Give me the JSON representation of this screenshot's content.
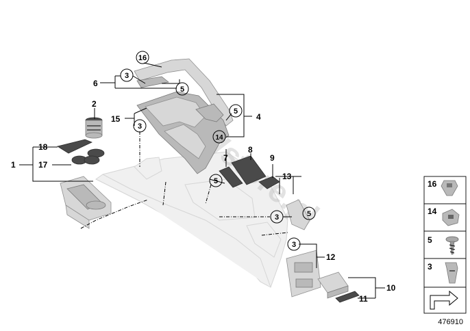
{
  "callouts": {
    "p1": "1",
    "p2": "2",
    "p3": "3",
    "p4": "4",
    "p5": "5",
    "p6": "6",
    "p7": "7",
    "p8": "8",
    "p9": "9",
    "p10": "10",
    "p11": "11",
    "p12": "12",
    "p13": "13",
    "p14": "14",
    "p15": "15",
    "p16": "16",
    "p17": "17",
    "p18": "18"
  },
  "watermark": "BMWstore.pl",
  "legend": [
    "16",
    "14",
    "5",
    "3"
  ],
  "reference_number": "476910"
}
